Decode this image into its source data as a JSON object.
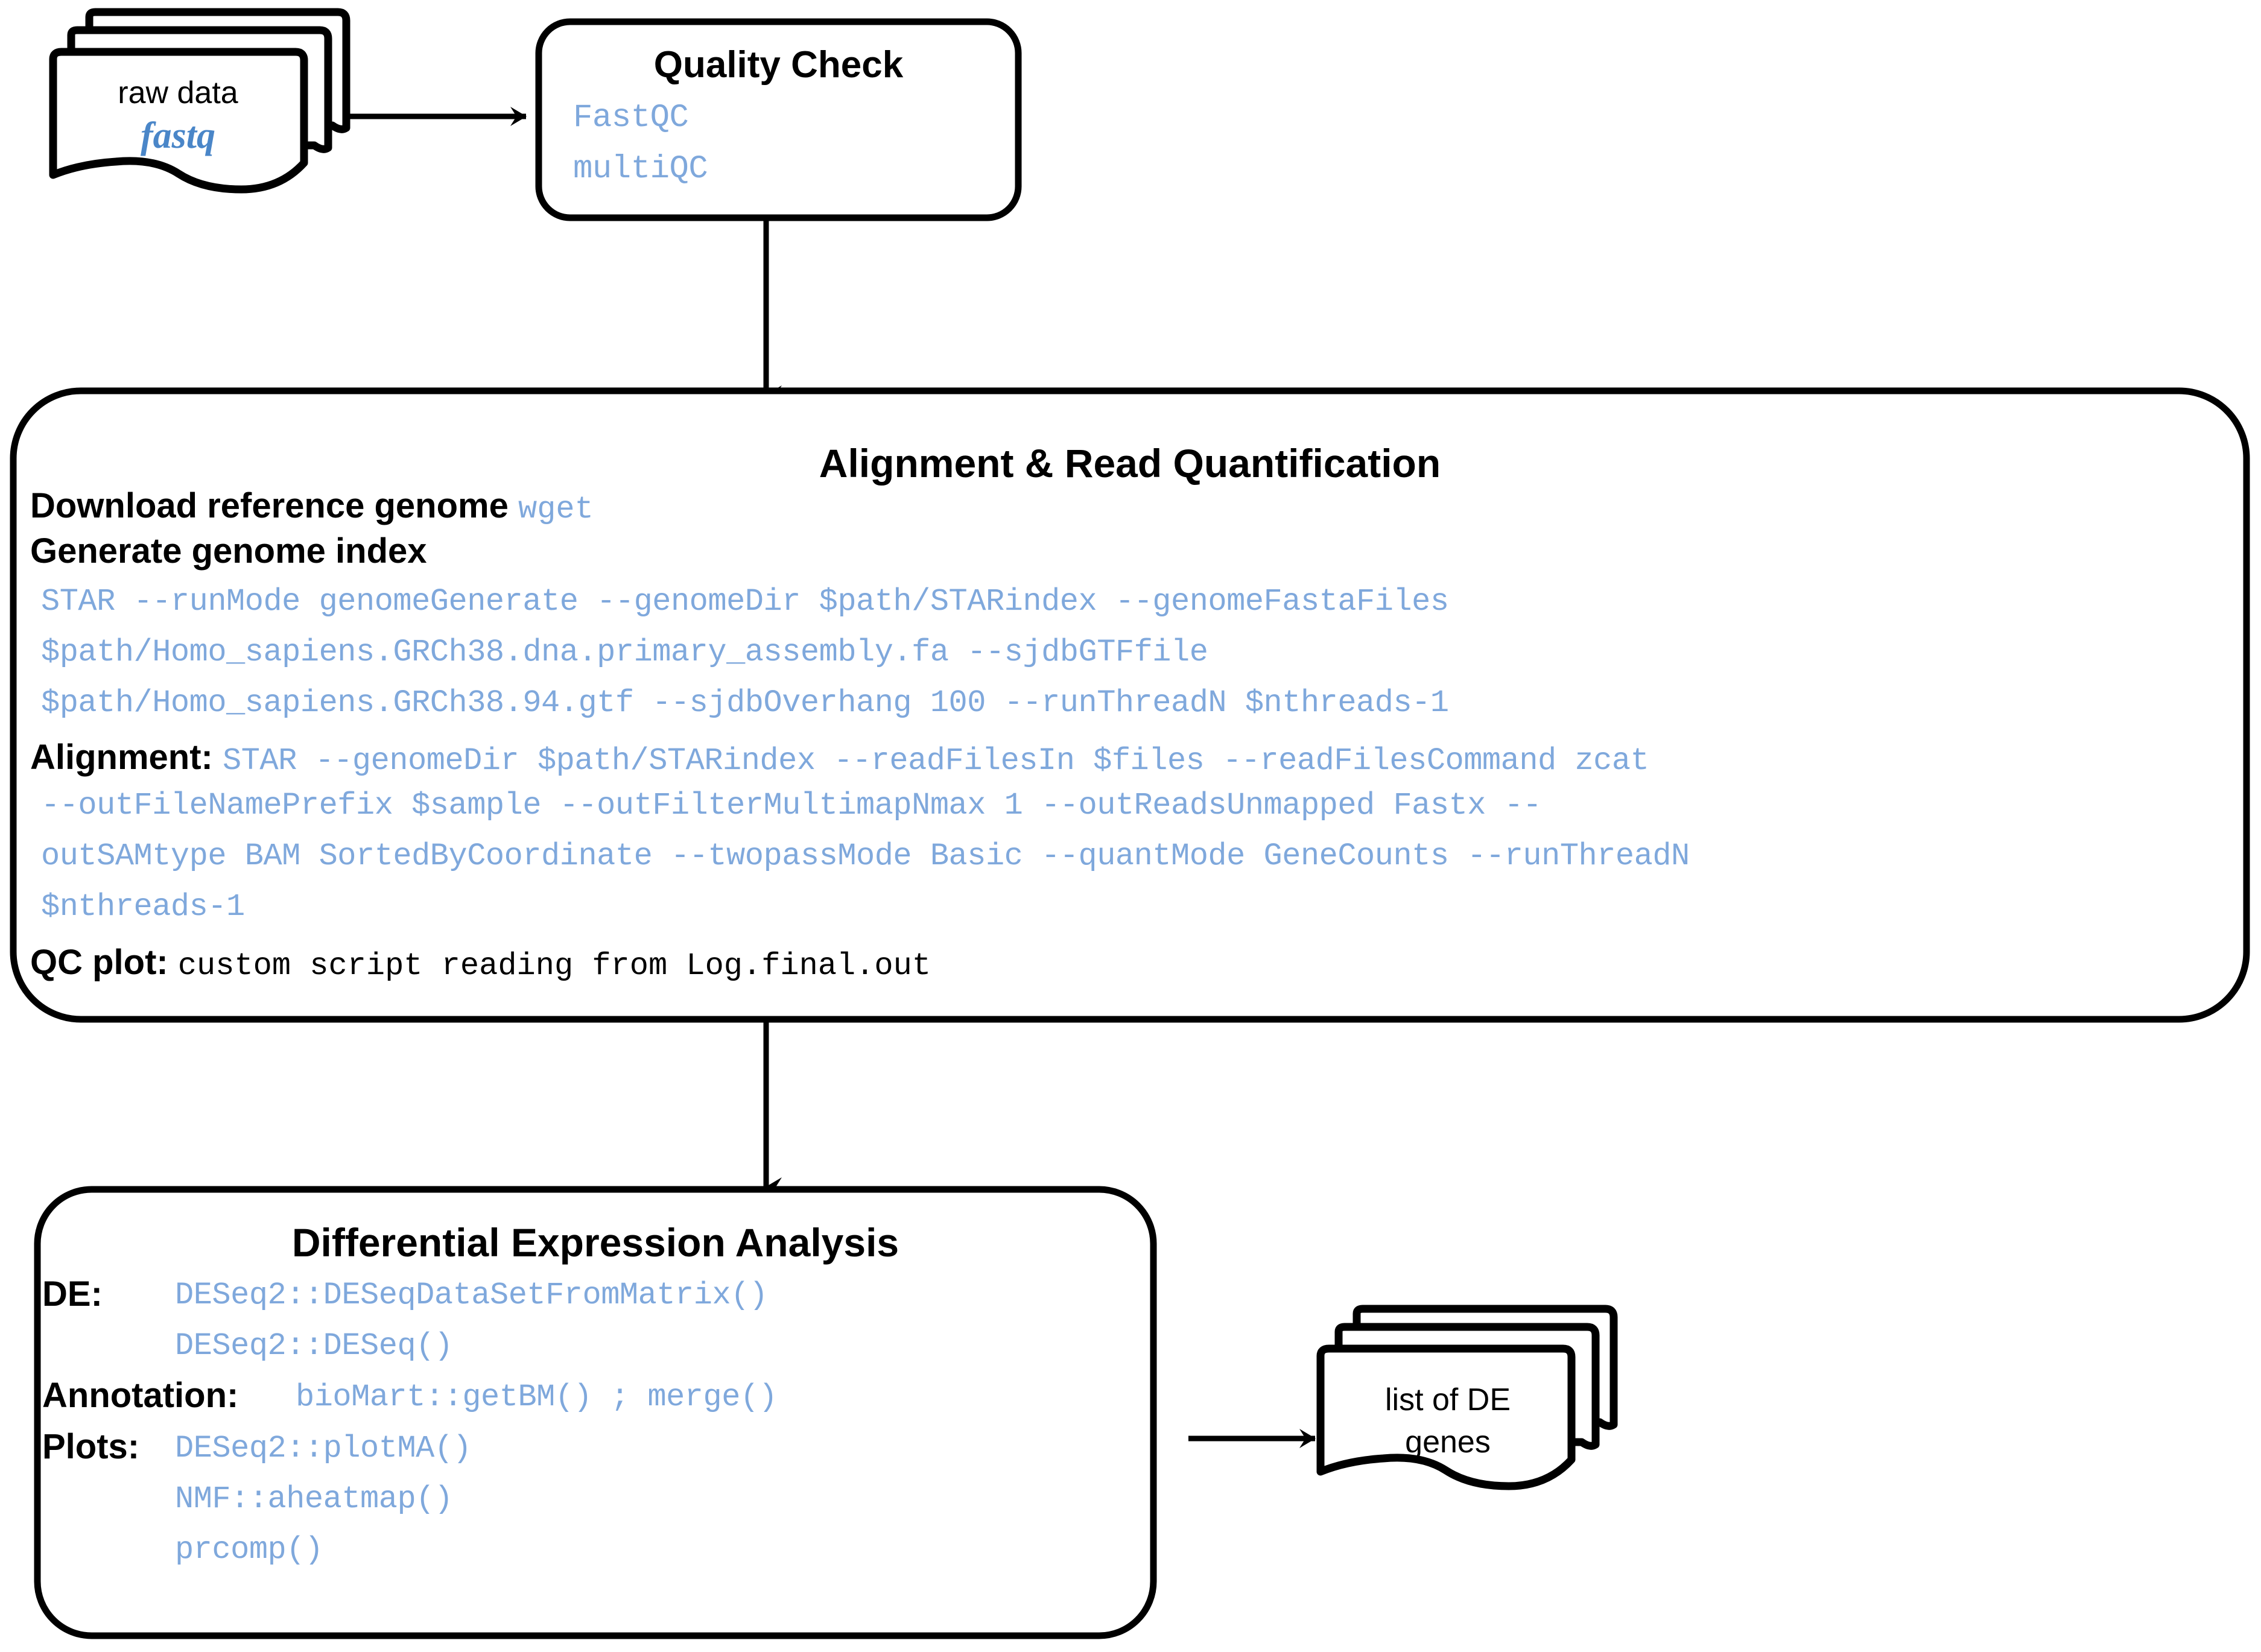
{
  "diagram": {
    "title": "RNA-seq analysis workflow",
    "accent_blue": "#7FA8DC",
    "fastq_blue": "#4A86C8",
    "line_color": "#000000",
    "background": "#ffffff"
  },
  "nodes": {
    "raw_data": {
      "type": "document-stack",
      "line1": "raw data",
      "line2": "fastq"
    },
    "quality_check": {
      "type": "rounded-box",
      "title": "Quality Check",
      "tools": [
        "FastQC",
        "multiQC"
      ]
    },
    "alignment": {
      "type": "rounded-box",
      "title": "Alignment & Read Quantification",
      "download_label": "Download reference genome",
      "download_cmd": "wget",
      "generate_label": "Generate genome index",
      "genome_index_cmd_lines": [
        "STAR --runMode genomeGenerate --genomeDir $path/STARindex --genomeFastaFiles",
        "$path/Homo_sapiens.GRCh38.dna.primary_assembly.fa --sjdbGTFfile",
        "$path/Homo_sapiens.GRCh38.94.gtf --sjdbOverhang 100 --runThreadN $nthreads-1"
      ],
      "alignment_label": "Alignment:",
      "alignment_cmd_lines": [
        "STAR --genomeDir $path/STARindex --readFilesIn $files --readFilesCommand zcat",
        "--outFileNamePrefix $sample --outFilterMultimapNmax 1 --outReadsUnmapped Fastx --",
        "outSAMtype BAM SortedByCoordinate --twopassMode Basic --quantMode GeneCounts --runThreadN",
        "$nthreads-1"
      ],
      "qcplot_label": "QC plot:",
      "qcplot_text": "custom script reading from Log.final.out"
    },
    "differential_expression": {
      "type": "rounded-box",
      "title": "Differential Expression Analysis",
      "rows": [
        {
          "label": "DE:",
          "commands": [
            "DESeq2::DESeqDataSetFromMatrix()",
            "DESeq2::DESeq()"
          ]
        },
        {
          "label": "Annotation:",
          "commands": [
            "bioMart::getBM() ; merge()"
          ]
        },
        {
          "label": "Plots:",
          "commands": [
            "DESeq2::plotMA()",
            "NMF::aheatmap()",
            "prcomp()"
          ]
        }
      ]
    },
    "de_genes": {
      "type": "document-stack",
      "line1": "list of DE",
      "line2": "genes"
    }
  },
  "edges": [
    {
      "id": "raw-to-qc",
      "from": "raw_data",
      "to": "quality_check",
      "direction": "right"
    },
    {
      "id": "qc-to-alignment",
      "from": "quality_check",
      "to": "alignment",
      "direction": "down"
    },
    {
      "id": "alignment-to-de",
      "from": "alignment",
      "to": "differential_expression",
      "direction": "down"
    },
    {
      "id": "de-to-genes",
      "from": "differential_expression",
      "to": "de_genes",
      "direction": "right"
    }
  ]
}
